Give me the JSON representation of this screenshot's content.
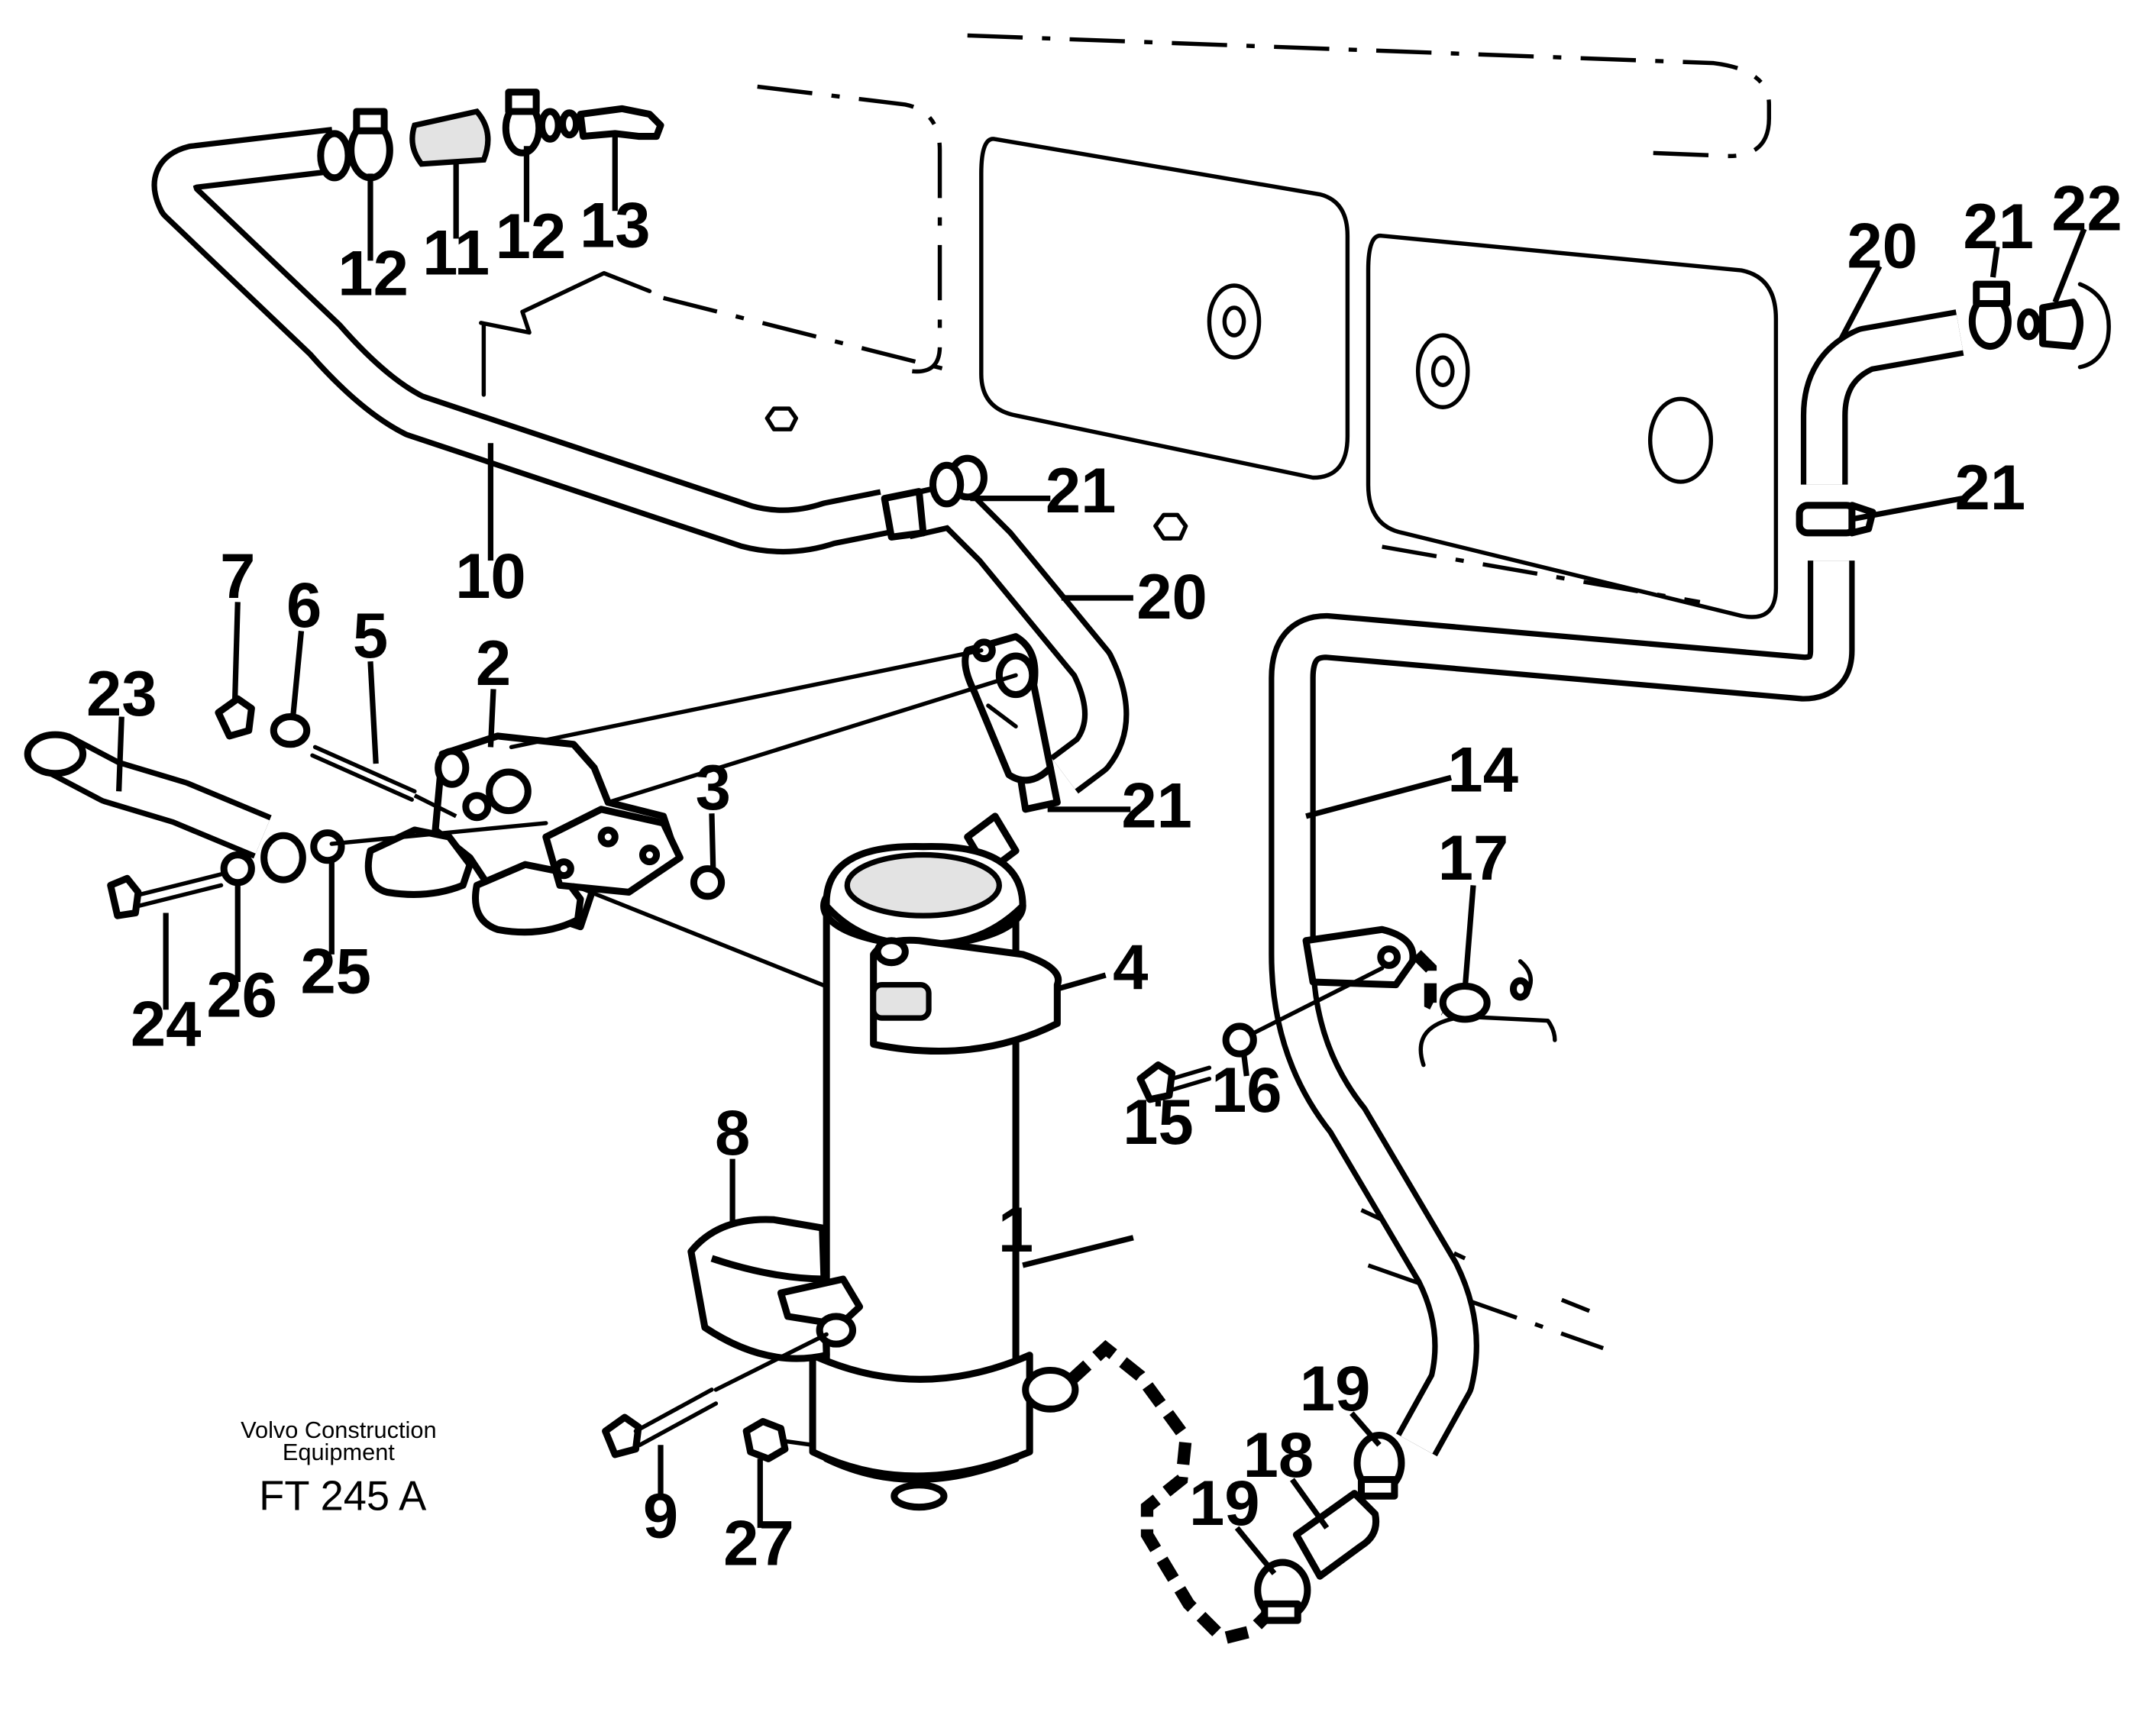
{
  "footer": {
    "company_line1": "Volvo Construction",
    "company_line2": "Equipment",
    "drawing_code": "FT 245 A"
  },
  "callouts": {
    "c1": "1",
    "c2": "2",
    "c3": "3",
    "c4": "4",
    "c5": "5",
    "c6": "6",
    "c7": "7",
    "c8": "8",
    "c9": "9",
    "c10": "10",
    "c11": "11",
    "c12a": "12",
    "c12b": "12",
    "c13": "13",
    "c14": "14",
    "c15": "15",
    "c16": "16",
    "c17": "17",
    "c18": "18",
    "c19a": "19",
    "c19b": "19",
    "c20a": "20",
    "c20b": "20",
    "c21a": "21",
    "c21b": "21",
    "c21c": "21",
    "c21d": "21",
    "c22": "22",
    "c23": "23",
    "c24": "24",
    "c25": "25",
    "c26": "26",
    "c27": "27"
  }
}
